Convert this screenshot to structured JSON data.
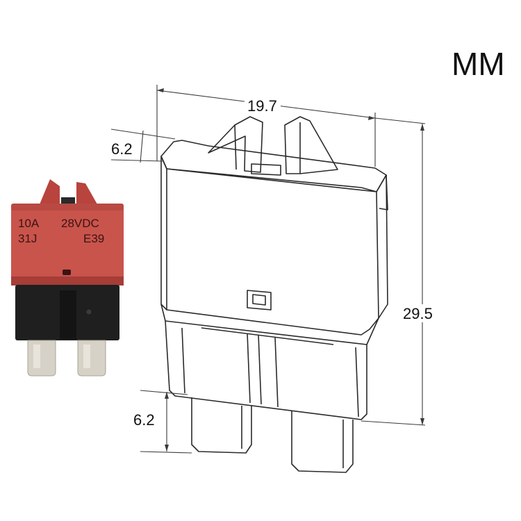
{
  "unit_label": "MM",
  "dimensions": {
    "width": "19.7",
    "top_depth": "6.2",
    "height": "29.5",
    "terminal_length": "6.2"
  },
  "breaker_photo": {
    "rating_current": "10A",
    "rating_voltage": "28VDC",
    "code_left": "31J",
    "code_right": "E39",
    "colors": {
      "housing": "#c9544c",
      "housing_shade": "#a63d37",
      "base": "#1f1f1f",
      "terminals": "#d7d2c7",
      "text": "#3a1412"
    }
  },
  "drawing_colors": {
    "line": "#2a2a2a",
    "dimension": "#3a3a3a"
  }
}
